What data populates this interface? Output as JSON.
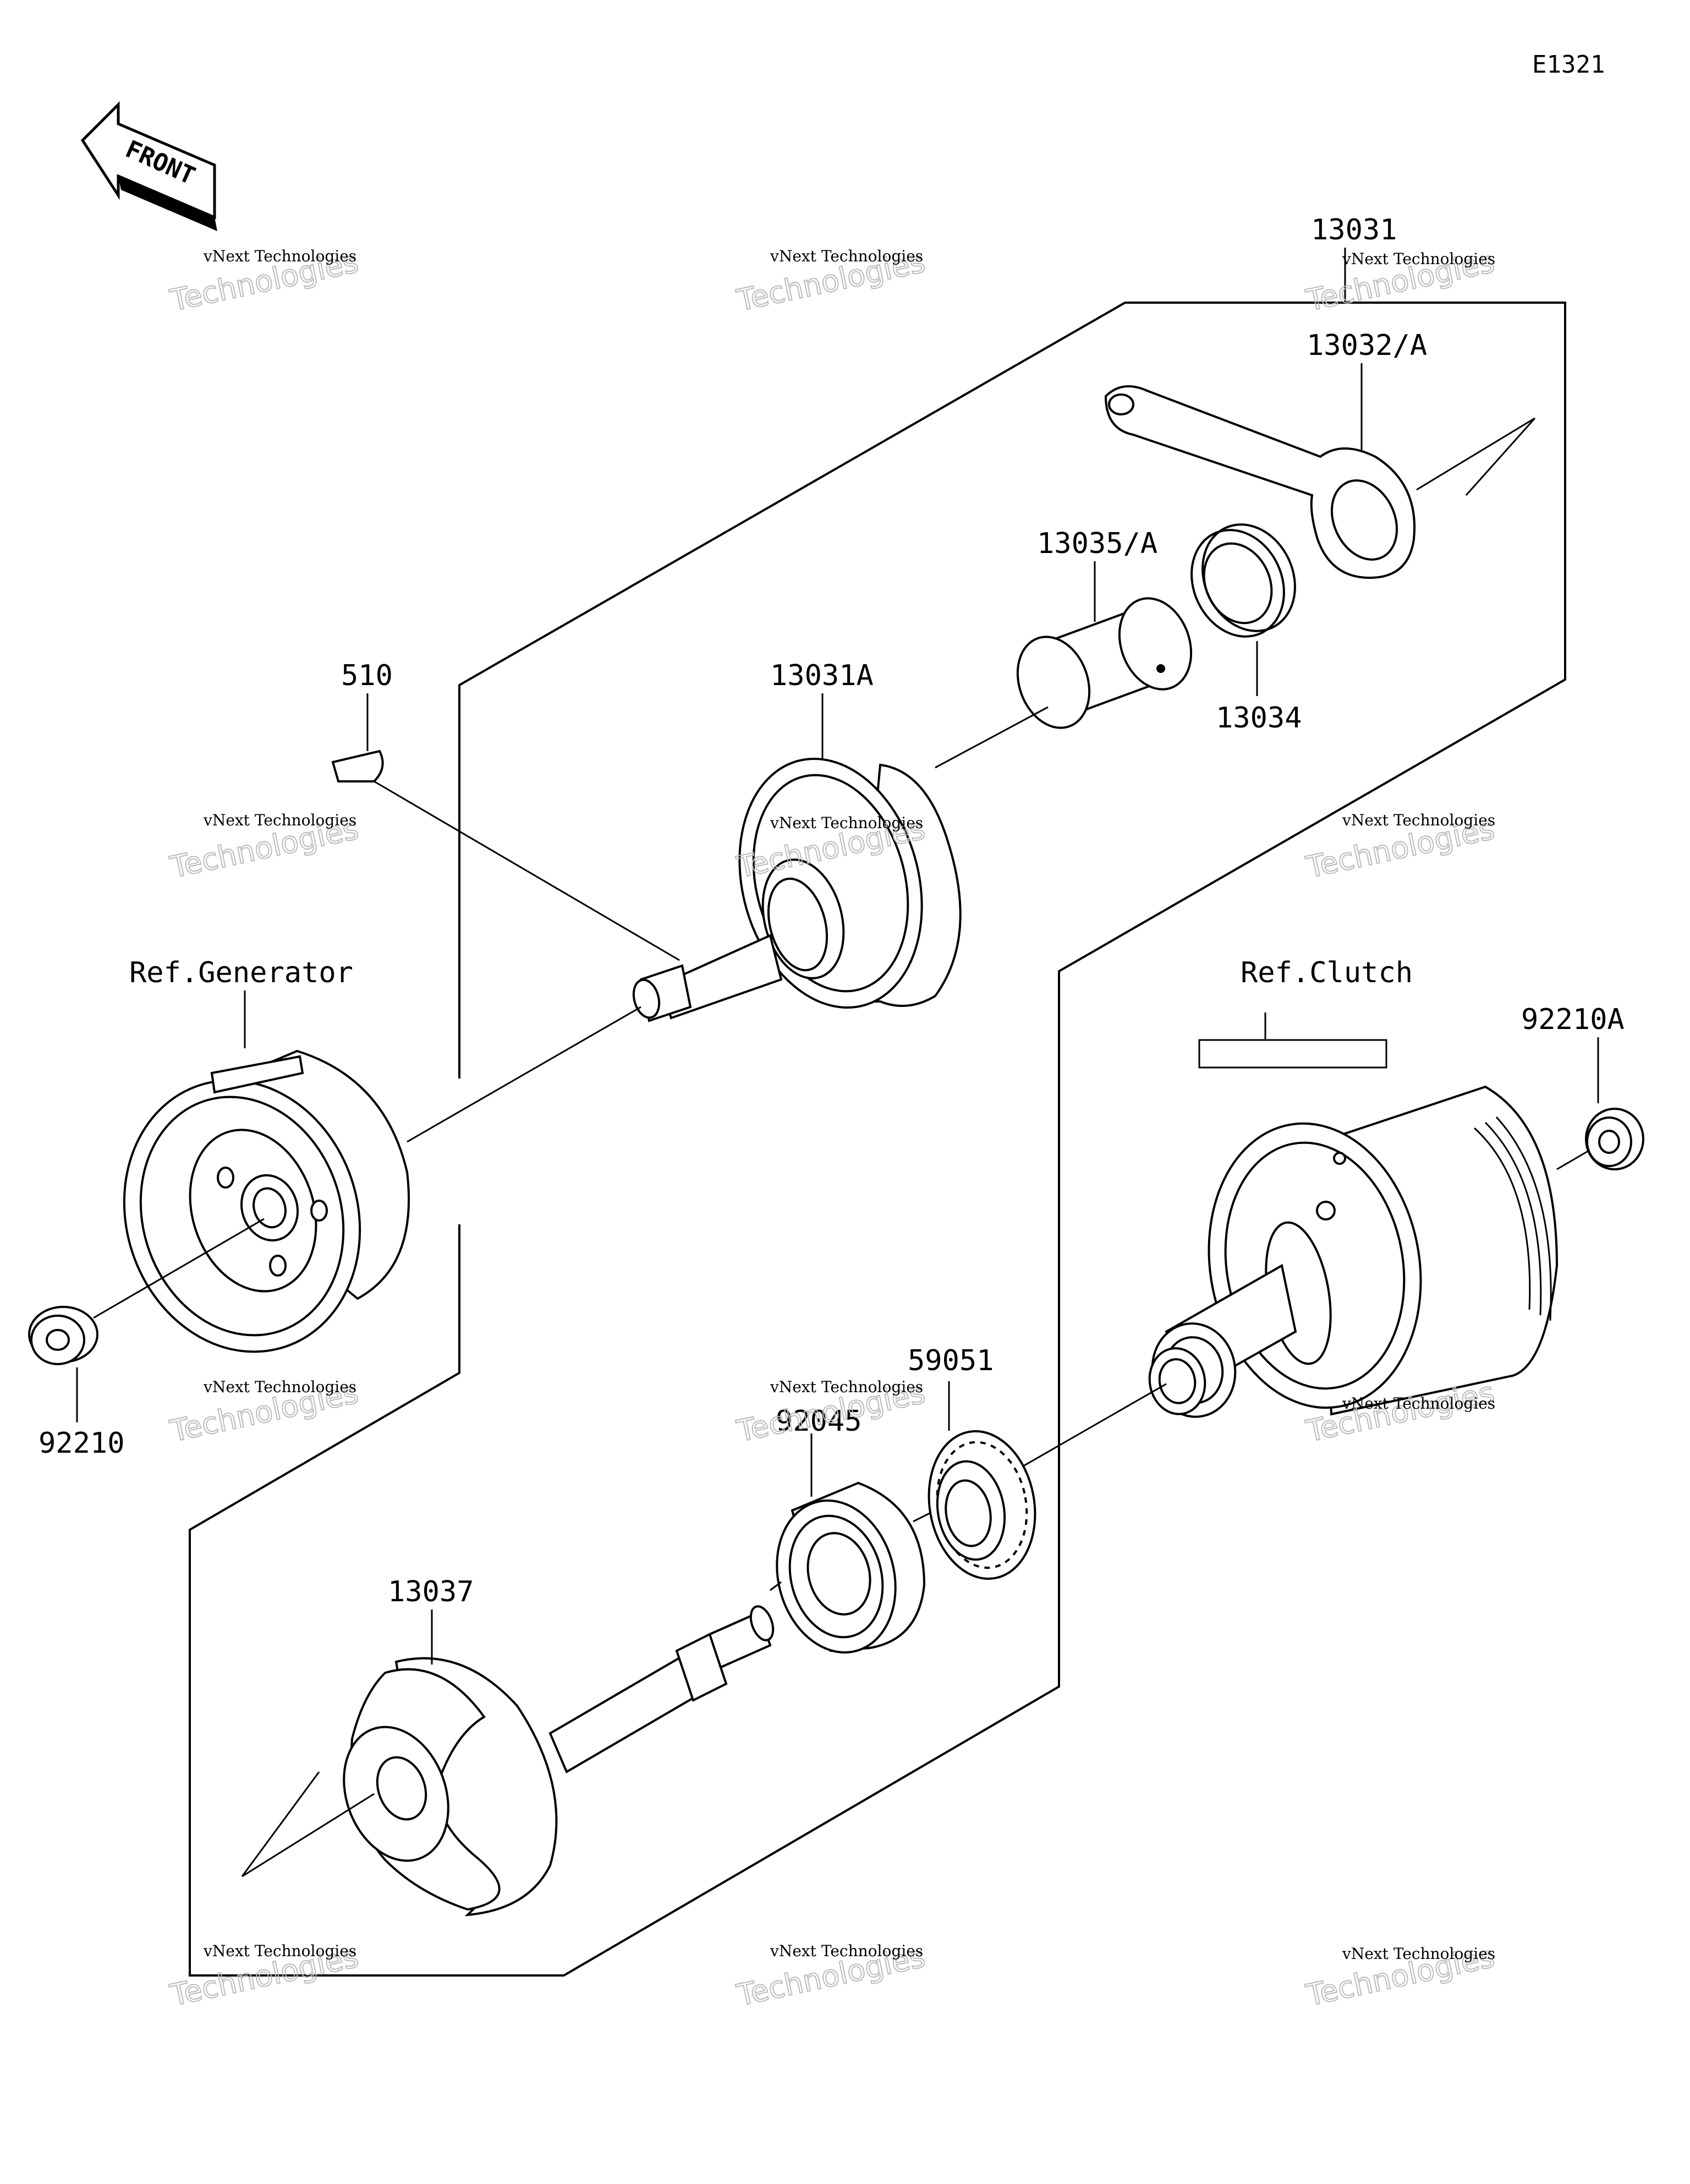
{
  "diagram_code": "E1321",
  "front_arrow_label": "FRONT",
  "watermark": {
    "line1": "vNext Technologies",
    "line2": "Technologies",
    "logo": "vNext"
  },
  "parts": {
    "p13031": "13031",
    "p13032A": "13032/A",
    "p13035A": "13035/A",
    "p13034": "13034",
    "p13031A": "13031A",
    "p510": "510",
    "ref_generator": "Ref.Generator",
    "ref_clutch": "Ref.Clutch",
    "p92210A": "92210A",
    "p92210": "92210",
    "p59051": "59051",
    "p92045": "92045",
    "p13037": "13037"
  }
}
